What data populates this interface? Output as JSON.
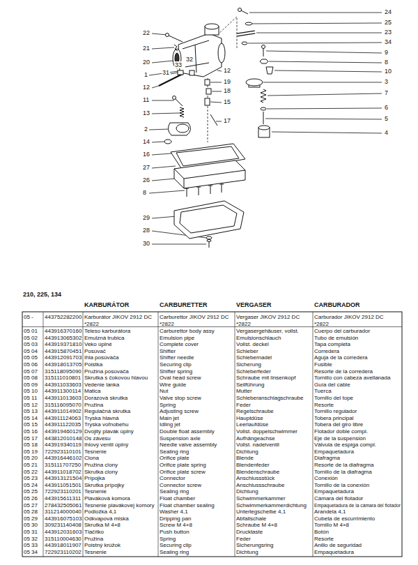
{
  "diagram": {
    "title": "210, 225, 134",
    "labels": [
      "24",
      "25",
      "22",
      "23",
      "34",
      "21",
      "9",
      "8",
      "20",
      "32",
      "33",
      "10",
      "12",
      "31",
      "1",
      "3",
      "19",
      "12",
      "18",
      "7",
      "11",
      "15",
      "6",
      "13",
      "5",
      "17",
      "2",
      "4",
      "14",
      "16",
      "27",
      "26",
      "8",
      "29",
      "28",
      "30",
      "KARBURÁTOR",
      "CARBURETTER",
      "VERGASER",
      "CARBURADOR",
      "05 -",
      "443752282200",
      "Karburátor JIKOV 2912 DC",
      "Carburettor JIKOV 2912 DC",
      "Vergaser JIKOV 2912 DC",
      "Carburador JIKOV 2912 DC",
      "*2822",
      "*2822",
      "*2822",
      "*2822",
      "05 01",
      "443916370160",
      "Teleso karburátora",
      "Carburettor body assy",
      "Vergasergehäuser, vollst.",
      "Cuerpo del carburador",
      "05 02",
      "443913065302",
      "Emulzná trubica",
      "Emulsion pipe",
      "Emulsionschlauch",
      "Tubo de emulsión",
      "05 03",
      "443919371810",
      "Veko úplné",
      "Complete cover",
      "Vollst. deckel",
      "Tapa completa",
      "05 04",
      "443915870451",
      "Posúvač",
      "Shifter",
      "Schieber",
      "Corredera",
      "05 05",
      "443912091703",
      "Ihla posúvača",
      "Shifter needle",
      "Schiebernadel",
      "Aguja de la corredera",
      "05 06",
      "443918013705",
      "Poistka",
      "Securing clip",
      "Sicherung",
      "Fusible",
      "05 07",
      "315118095090",
      "Pružina posúvača",
      "Shifter spring",
      "Schieberfeder",
      "Resorte de la corredera",
      "05 08",
      "315111010801",
      "Skrutka s čokovou hlavou",
      "Oval head screw",
      "Schraube mit linsenkopf",
      "Tornillo con cabeza avellanada",
      "05 09",
      "443911033603",
      "Vedenie lanka",
      "Wire guide",
      "Seilführung",
      "Guía del cable",
      "05 10",
      "443911300114",
      "Matica",
      "Nut",
      "Mutter",
      "Tuerca",
      "05 11",
      "443911013603",
      "Dorazová skrutka",
      "Valve stop screw",
      "Schieberanschlagschraube",
      "Tornillo del tope",
      "05 12",
      "315116095070",
      "Pružina",
      "Spring",
      "Feder",
      "Resorte",
      "05 13",
      "443911014902",
      "Regulačná skrutka",
      "Adjusting screw",
      "Regelschraube",
      "Tornillo regulador",
      "05 14",
      "443911124063",
      "Tryska hlavná",
      "Main jet",
      "Hauptdüse",
      "Tobera principal",
      "05 15",
      "443911122035",
      "Tryska voľnobehu",
      "Idling jet",
      "Leerlaufdüse",
      "Tobera del giro libre",
      "05 16",
      "443919460129",
      "Dvojitý plavák úplný",
      "Double float assembly",
      "Vollst. doppelschwimmer",
      "Flotador doble compl.",
      "05 17",
      "443812010148",
      "Os závesu",
      "Suspension axle",
      "Aufhängeachse",
      "Eje de la suspensión",
      "05 18",
      "443919340119",
      "Ihlový ventil úplný",
      "Needle valve assembly",
      "Vollst. nadelventil",
      "Válvula de espiga compl.",
      "05 19",
      "722923110101",
      "Tesnenie",
      "Sealing ring",
      "Dichtung",
      "Empaquetadura",
      "05 20",
      "443916446102",
      "Clona",
      "Orifice plate",
      "Blende",
      "Diafragma",
      "05 21",
      "315111707250",
      "Pružina clony",
      "Orifice plate spring",
      "Blendenfeder",
      "Resorte de la diafragma",
      "05 22",
      "443911018702",
      "Skrutka clony",
      "Orifice plate screw",
      "Blendenschraube",
      "Tornillo de la diafragma",
      "05 23",
      "443913121504",
      "Prípojka",
      "Connector",
      "Anschlussstück",
      "Conexión",
      "05 24",
      "443911051501",
      "Skrutka prípojky",
      "Connector screw",
      "Anschlussschraube",
      "Tornillo de la conexión",
      "05 25",
      "722923110201",
      "Tesnenie",
      "Sealing ring",
      "Dichtung",
      "Empaquetadura",
      "05 26",
      "443915611311",
      "Plaváková komora",
      "Float chamber",
      "Schwimmerkammer",
      "Cámara del flotador",
      "05 27",
      "278432505061",
      "Tesnenie plavákovej komory",
      "Float chamber sealing",
      "Schwimmerkammerdichtung",
      "Empaquetadura de la cámara del flotador",
      "05 28",
      "311214000040",
      "Podložka 4,1",
      "Washer 4,1",
      "Unterlegscheibe 4,1",
      "Arandela 4,1",
      "05 29",
      "443916075103",
      "Odkvapová miska",
      "Dripping pan",
      "Abfallschale",
      "Cubeta de escurrimiento",
      "05 30",
      "309231140408",
      "Skrutka M 4×8",
      "Screw M 4×8",
      "Schraube M 4×8",
      "Tornillo M 4×8",
      "05 31",
      "443912031603",
      "Tlačítko",
      "Push button",
      "Drucktaste",
      "Botón",
      "05 32",
      "315110004630",
      "Pružina",
      "Spring",
      "Feder",
      "Resorte",
      "05 33",
      "443918011907",
      "Poistný krúžok",
      "Securing clip",
      "Sicherungsring",
      "Anillo de seguridad",
      "05 34",
      "722923110202",
      "Tesnenie",
      "Sealing ring",
      "Dichtung",
      "Empaquetadura"
    ]
  }
}
